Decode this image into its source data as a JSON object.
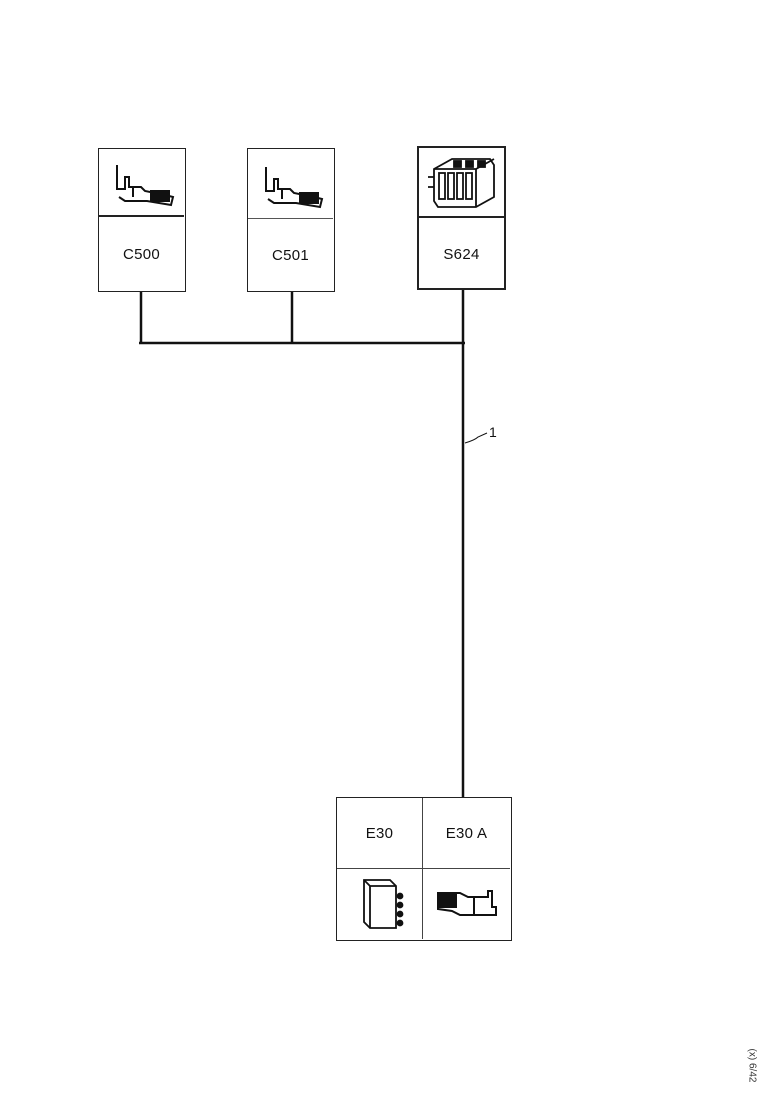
{
  "connectors": {
    "c1": {
      "label": "C500",
      "icon": "terminal-pin-icon"
    },
    "c2": {
      "label": "C501",
      "icon": "terminal-pin-icon"
    },
    "c3": {
      "label": "S624",
      "icon": "multi-pin-connector-icon"
    },
    "e1": {
      "label": "E30",
      "icon": "relay-module-icon"
    },
    "e2": {
      "label": "E30 A",
      "icon": "terminal-pin-icon"
    }
  },
  "wire_label": "1",
  "corner_code": "(x) 6/42"
}
